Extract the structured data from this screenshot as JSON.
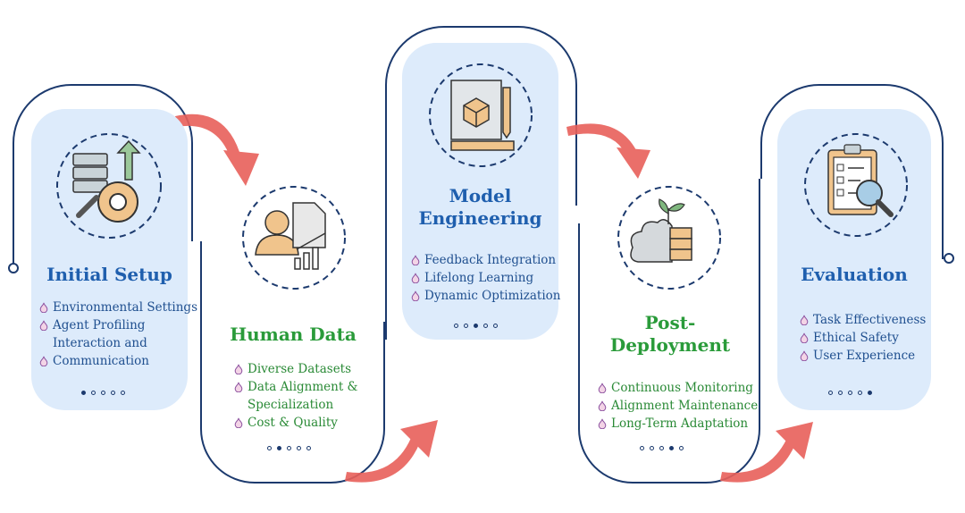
{
  "stages": [
    {
      "title": "Initial Setup",
      "items": [
        "Environmental Settings",
        "Agent Profiling",
        "Interaction and",
        "Communication"
      ],
      "item_bullets": [
        true,
        true,
        false,
        true
      ],
      "active_dot": 0,
      "icon": "server-gear-icon"
    },
    {
      "title": "Human Data",
      "items": [
        "Diverse Datasets",
        "Data Alignment &",
        "Specialization",
        "Cost & Quality"
      ],
      "item_bullets": [
        true,
        true,
        false,
        true
      ],
      "active_dot": 1,
      "icon": "person-document-chart-icon"
    },
    {
      "title_lines": [
        "Model",
        "Engineering"
      ],
      "items": [
        "Feedback Integration",
        "Lifelong Learning",
        "Dynamic Optimization"
      ],
      "item_bullets": [
        true,
        true,
        true
      ],
      "active_dot": 2,
      "icon": "cube-blueprint-icon"
    },
    {
      "title_lines": [
        "Post-",
        "Deployment"
      ],
      "items": [
        "Continuous Monitoring",
        "Alignment Maintenance",
        "Long-Term Adaptation"
      ],
      "item_bullets": [
        true,
        true,
        true
      ],
      "active_dot": 3,
      "icon": "cloud-plant-server-icon"
    },
    {
      "title": "Evaluation",
      "items": [
        "Task Effectiveness",
        "Ethical Safety",
        "User Experience"
      ],
      "item_bullets": [
        true,
        true,
        true
      ],
      "active_dot": 4,
      "icon": "clipboard-magnifier-icon"
    }
  ],
  "colors": {
    "card_bg": "#ddebfb",
    "outline": "#1c3a6e",
    "title_blue": "#1f5fae",
    "title_green": "#2a9b3a",
    "arrow": "#e8605a"
  }
}
